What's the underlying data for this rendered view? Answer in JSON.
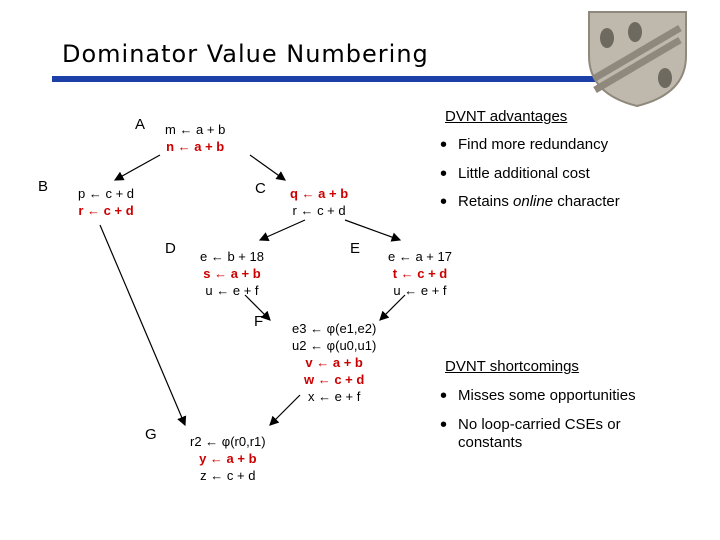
{
  "title": "Dominator Value Numbering",
  "nodes": {
    "A": {
      "label": "A",
      "lines": [
        "m ← a + b",
        "n ← a + b"
      ]
    },
    "B": {
      "label": "B",
      "lines": [
        "p ← c + d",
        "r ← c + d"
      ]
    },
    "C": {
      "label": "C",
      "lines": [
        "q ← a + b",
        "r ← c + d"
      ]
    },
    "D": {
      "label": "D",
      "lines": [
        "e ← b + 18",
        "s ← a + b",
        "u ← e + f"
      ]
    },
    "E": {
      "label": "E",
      "lines": [
        "e ← a + 17",
        "t ← c + d",
        "u ← e + f"
      ]
    },
    "F": {
      "label": "F",
      "lines": [
        "e3 ← φ(e1,e2)",
        "u2 ← φ(u0,u1)",
        "v ← a + b",
        "w ← c + d",
        "x ← e + f"
      ]
    },
    "G": {
      "label": "G",
      "lines": [
        "r2 ← φ(r0,r1)",
        "y ← a + b",
        "z ← c + d"
      ]
    }
  },
  "advantages": {
    "heading": "DVNT advantages",
    "items": [
      "Find more redundancy",
      "Little additional cost",
      "Retains ",
      "online",
      " character"
    ]
  },
  "shortcomings": {
    "heading": "DVNT shortcomings",
    "items": [
      "Misses some opportunities",
      "No loop-carried CSEs or",
      "constants"
    ]
  },
  "colors": {
    "rule": "#1c3fa8",
    "highlight": "#cc0000"
  }
}
